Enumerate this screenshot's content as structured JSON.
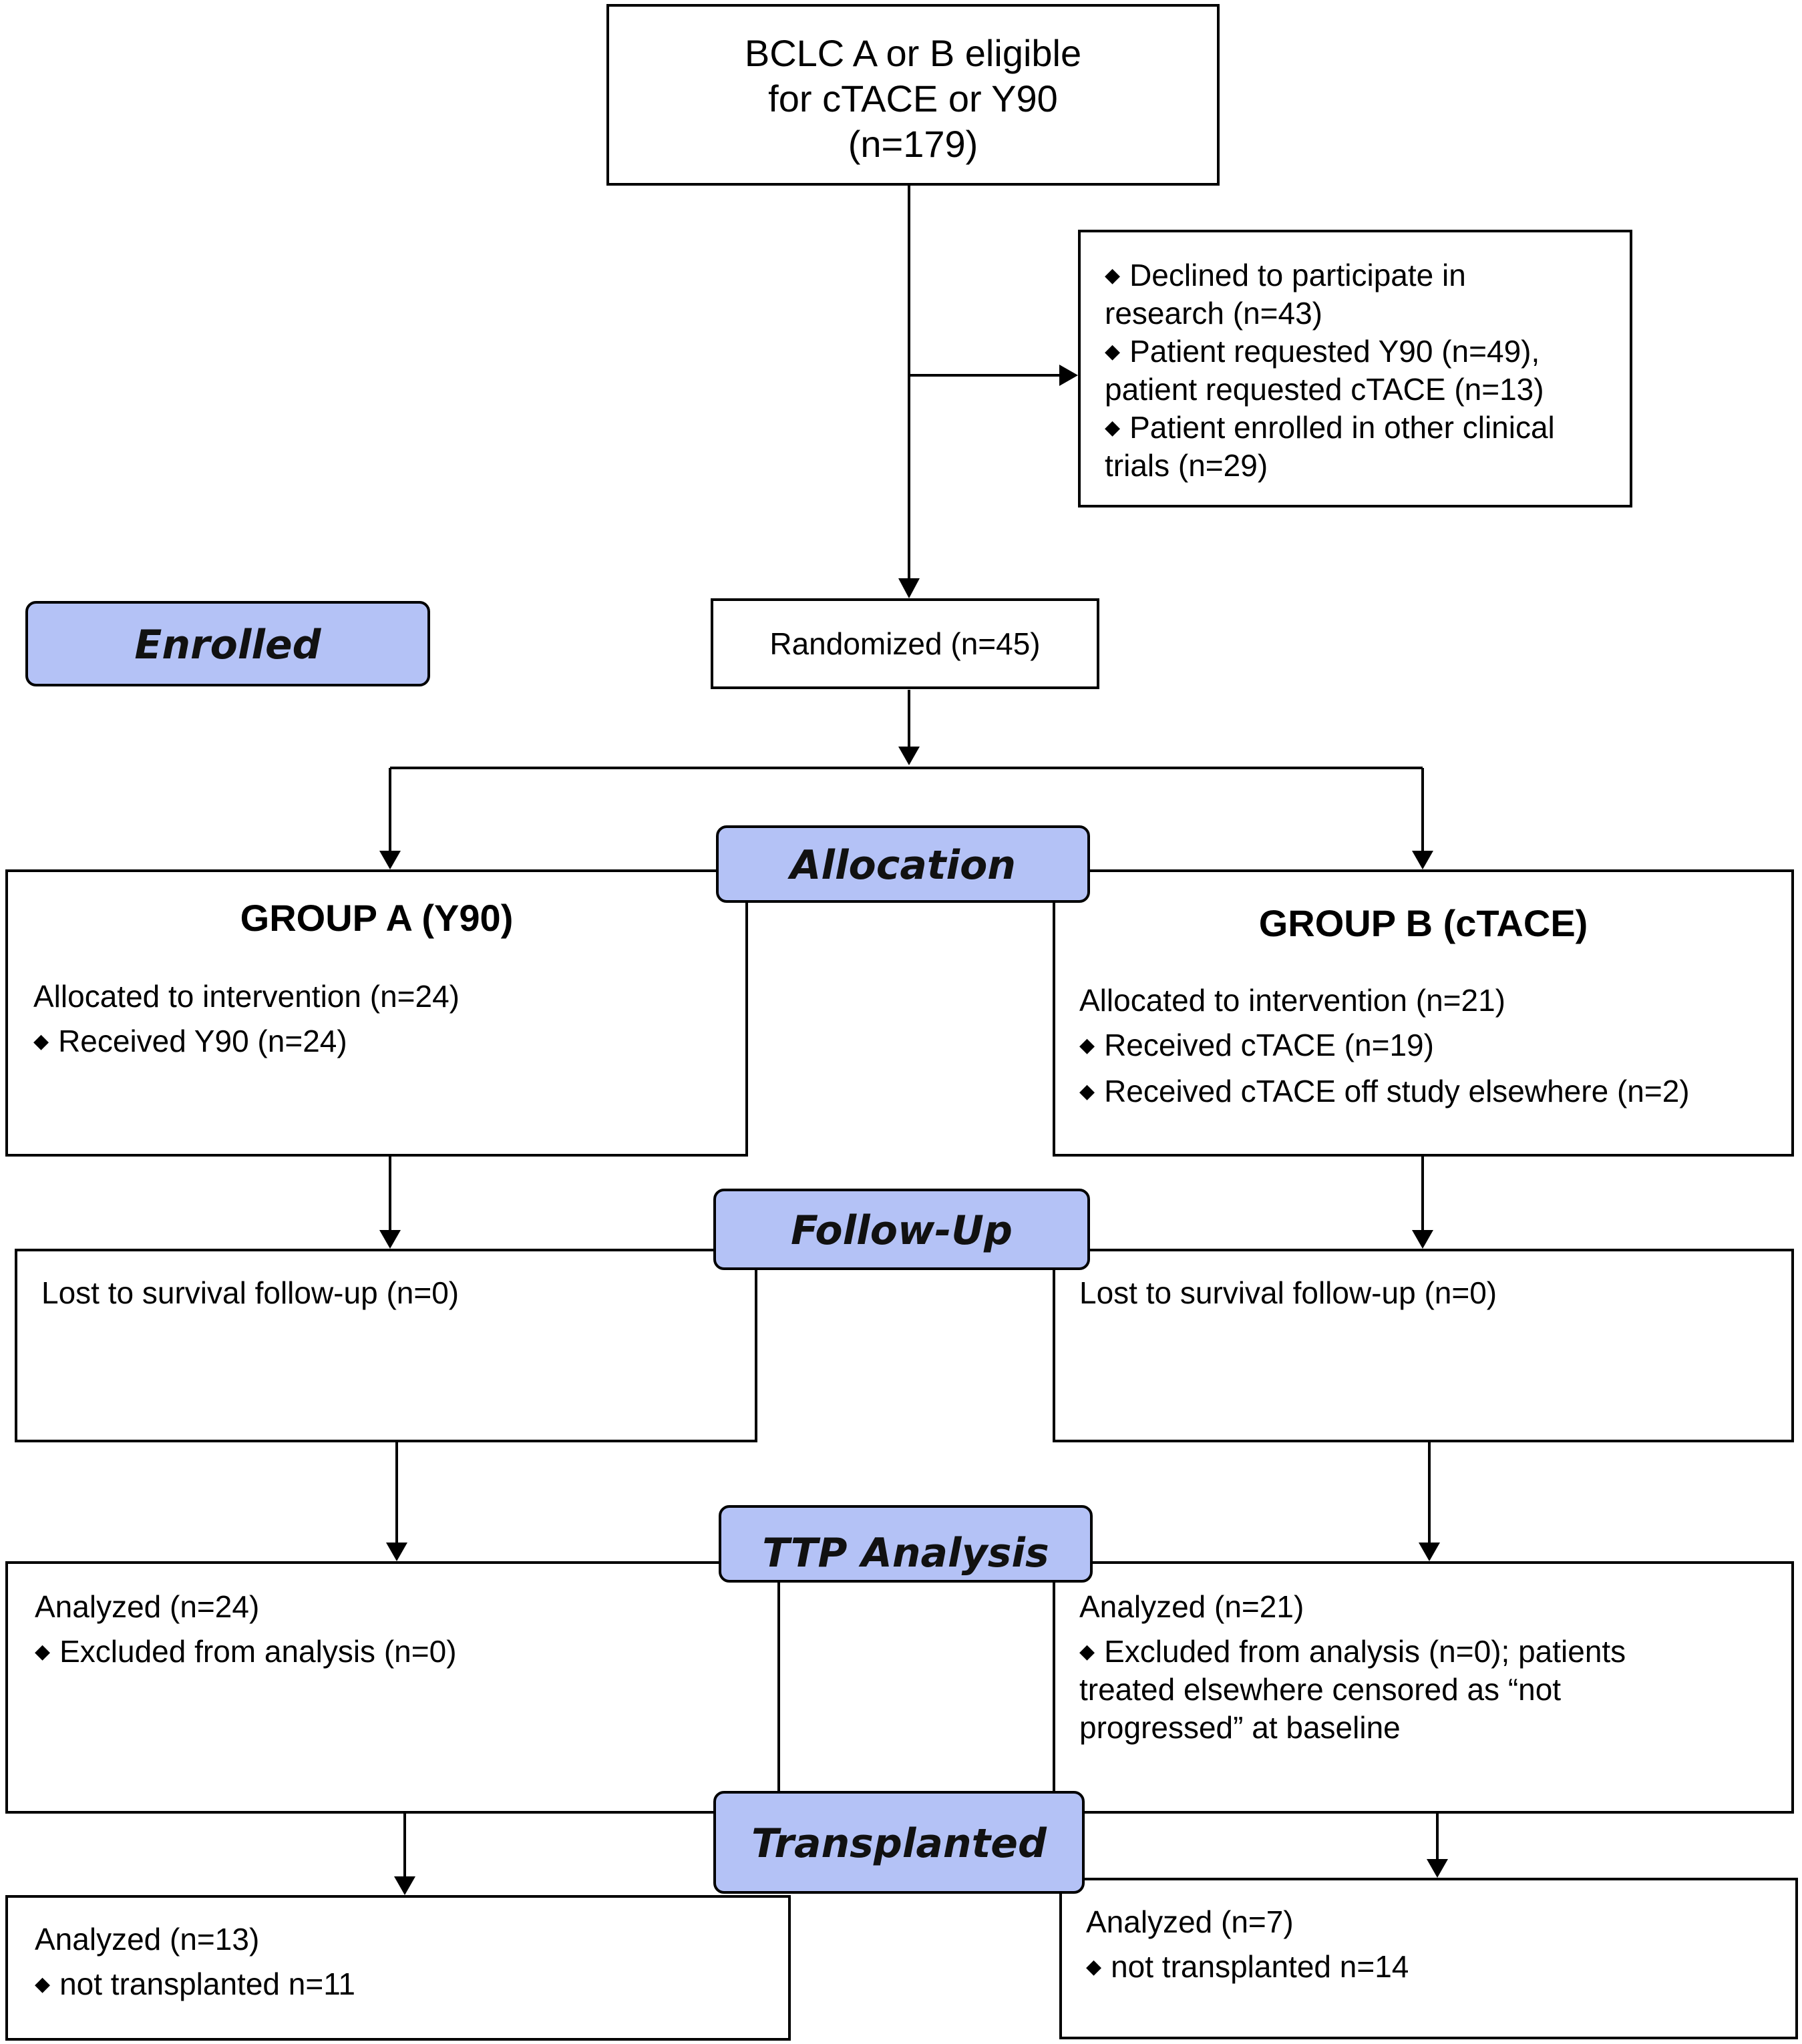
{
  "colors": {
    "stage_fill": "#b4c2f6",
    "line": "#000000"
  },
  "stages": {
    "enrolled": "Enrolled",
    "allocation": "Allocation",
    "follow_up": "Follow-Up",
    "ttp_analysis": "TTP Analysis",
    "transplanted": "Transplanted"
  },
  "eligible": {
    "line1": "BCLC A or B eligible",
    "line2": "for cTACE or Y90",
    "line3": "(n=179)"
  },
  "exclusions": {
    "item1_line1": "Declined to participate in",
    "item1_line2": "research (n=43)",
    "item2_line1": "Patient requested Y90 (n=49),",
    "item2_line2": "patient requested cTACE (n=13)",
    "item3_line1": "Patient enrolled in other clinical",
    "item3_line2": "trials (n=29)"
  },
  "randomized": "Randomized (n=45)",
  "group_a": {
    "title": "GROUP A (Y90)",
    "allocated": "Allocated to intervention (n=24)",
    "received": "Received Y90 (n=24)",
    "follow_up": "Lost to survival follow-up (n=0)",
    "ttp_analyzed": "Analyzed (n=24)",
    "ttp_excluded": "Excluded from analysis (n=0)",
    "tx_analyzed": "Analyzed (n=13)",
    "tx_not": "not transplanted n=11"
  },
  "group_b": {
    "title": "GROUP B (cTACE)",
    "allocated": "Allocated to intervention (n=21)",
    "received": "Received cTACE (n=19)",
    "received_off": "Received cTACE off study elsewhere (n=2)",
    "follow_up": "Lost to survival follow-up (n=0)",
    "ttp_analyzed": "Analyzed (n=21)",
    "ttp_excluded_line1": "Excluded from analysis (n=0); patients",
    "ttp_excluded_line2": "treated elsewhere censored as “not",
    "ttp_excluded_line3": "progressed” at baseline",
    "tx_analyzed": "Analyzed (n=7)",
    "tx_not": "not transplanted n=14"
  }
}
